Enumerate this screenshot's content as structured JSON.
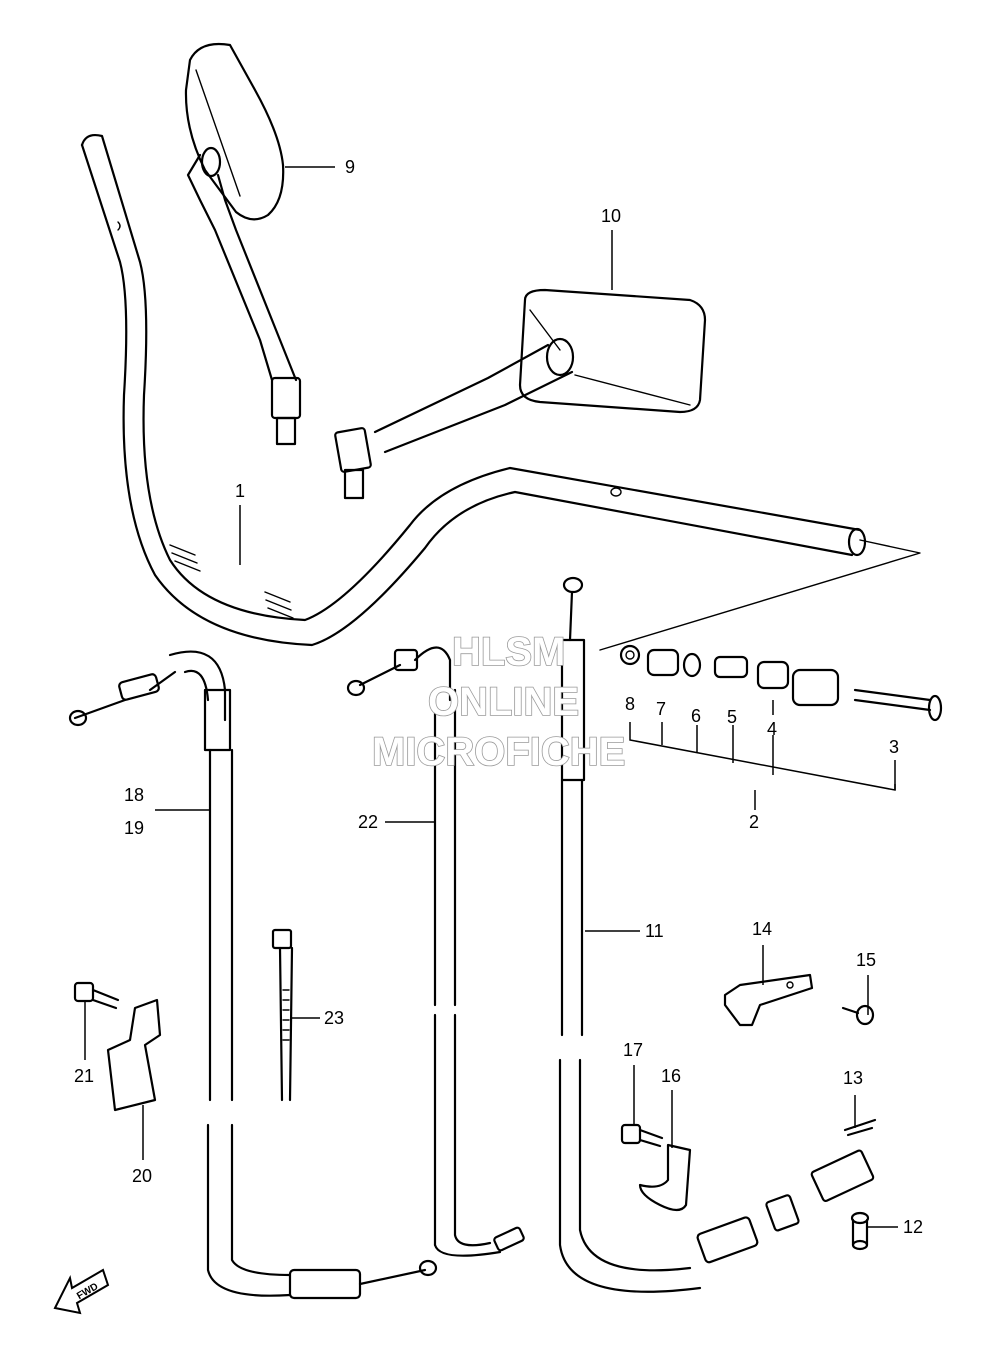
{
  "callouts": [
    {
      "id": "c1",
      "label": "1"
    },
    {
      "id": "c2",
      "label": "2"
    },
    {
      "id": "c3",
      "label": "3"
    },
    {
      "id": "c4",
      "label": "4"
    },
    {
      "id": "c5",
      "label": "5"
    },
    {
      "id": "c6",
      "label": "6"
    },
    {
      "id": "c7",
      "label": "7"
    },
    {
      "id": "c8",
      "label": "8"
    },
    {
      "id": "c9",
      "label": "9"
    },
    {
      "id": "c10",
      "label": "10"
    },
    {
      "id": "c11",
      "label": "11"
    },
    {
      "id": "c12",
      "label": "12"
    },
    {
      "id": "c13",
      "label": "13"
    },
    {
      "id": "c14",
      "label": "14"
    },
    {
      "id": "c15",
      "label": "15"
    },
    {
      "id": "c16",
      "label": "16"
    },
    {
      "id": "c17",
      "label": "17"
    },
    {
      "id": "c18",
      "label": "18"
    },
    {
      "id": "c19",
      "label": "19"
    },
    {
      "id": "c20",
      "label": "20"
    },
    {
      "id": "c21",
      "label": "21"
    },
    {
      "id": "c22",
      "label": "22"
    },
    {
      "id": "c23",
      "label": "23"
    }
  ],
  "watermark": {
    "line1": "HLSM",
    "line2": "ONLINE",
    "line3": "MICROFICHE"
  },
  "fwd_arrow": {
    "label": "FWD"
  }
}
